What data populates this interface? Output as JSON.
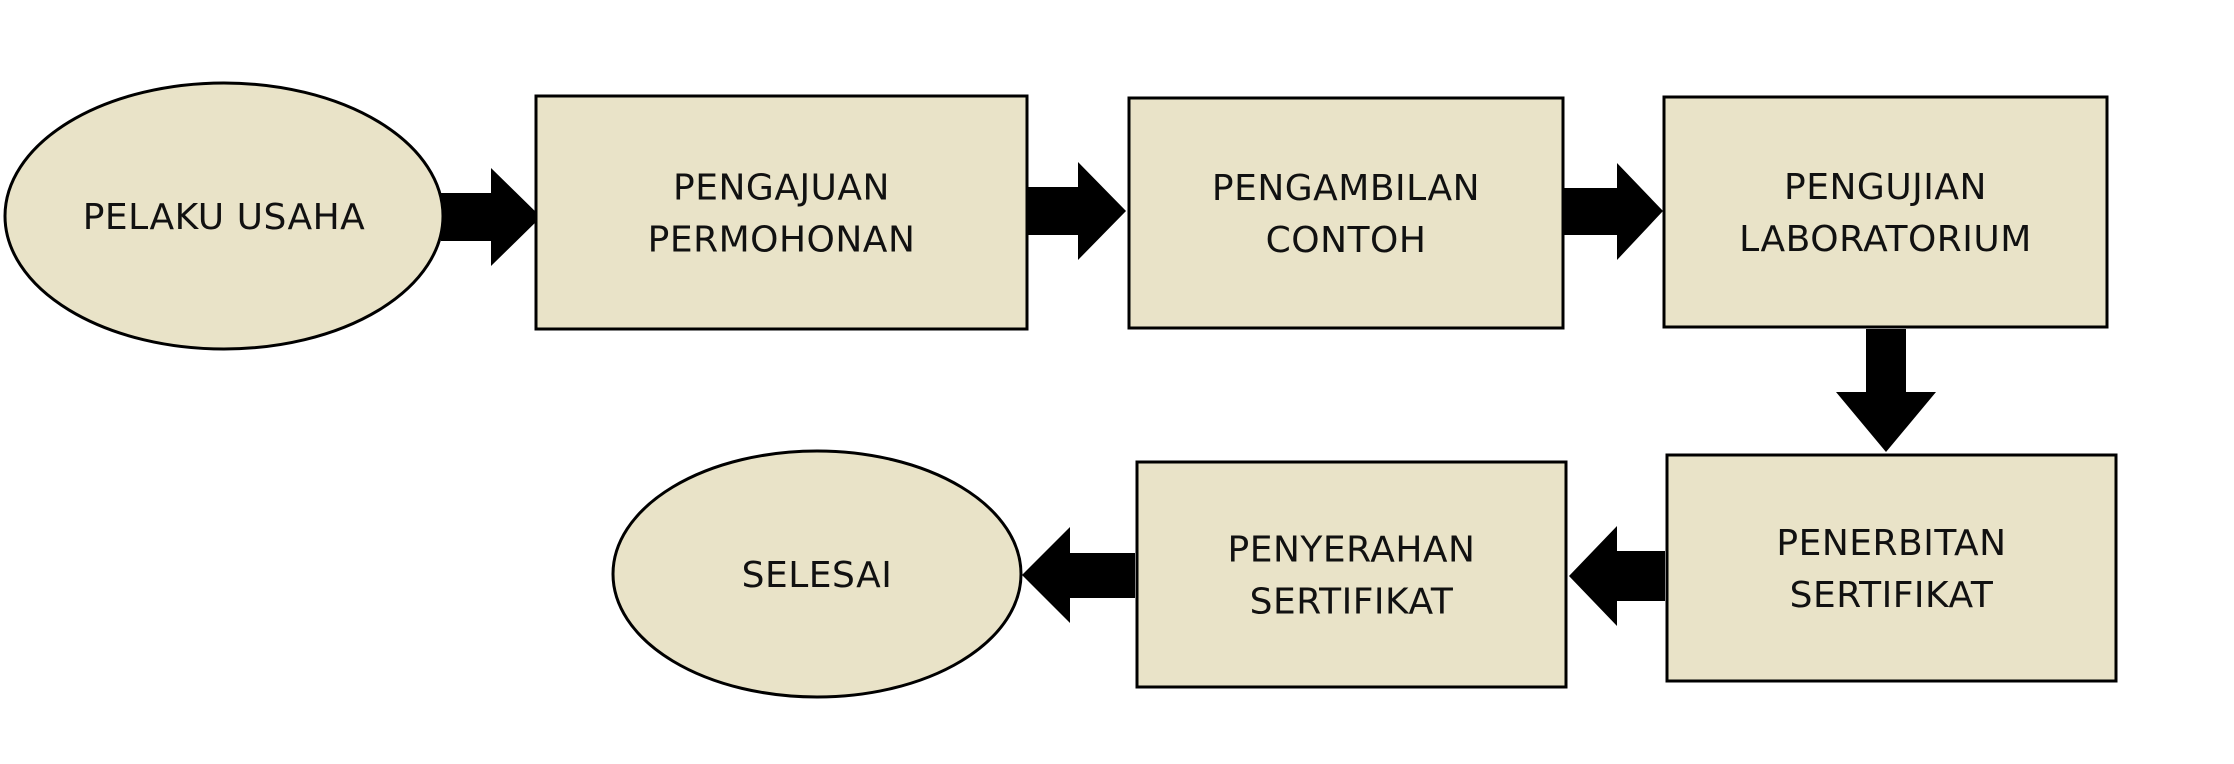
{
  "colors": {
    "node_fill": "#e9e3c8",
    "stroke": "#000000",
    "arrow": "#000000"
  },
  "nodes": [
    {
      "id": "pelaku-usaha",
      "shape": "ellipse",
      "lines": [
        "PELAKU USAHA"
      ]
    },
    {
      "id": "pengajuan-permohonan",
      "shape": "rect",
      "lines": [
        "PENGAJUAN",
        "PERMOHONAN"
      ]
    },
    {
      "id": "pengambilan-contoh",
      "shape": "rect",
      "lines": [
        "PENGAMBILAN",
        "CONTOH"
      ]
    },
    {
      "id": "pengujian-laboratorium",
      "shape": "rect",
      "lines": [
        "PENGUJIAN",
        "LABORATORIUM"
      ]
    },
    {
      "id": "penerbitan-sertifikat",
      "shape": "rect",
      "lines": [
        "PENERBITAN",
        "SERTIFIKAT"
      ]
    },
    {
      "id": "penyerahan-sertifikat",
      "shape": "rect",
      "lines": [
        "PENYERAHAN",
        "SERTIFIKAT"
      ]
    },
    {
      "id": "selesai",
      "shape": "ellipse",
      "lines": [
        "SELESAI"
      ]
    }
  ],
  "edges": [
    {
      "from": "pelaku-usaha",
      "to": "pengajuan-permohonan"
    },
    {
      "from": "pengajuan-permohonan",
      "to": "pengambilan-contoh"
    },
    {
      "from": "pengambilan-contoh",
      "to": "pengujian-laboratorium"
    },
    {
      "from": "pengujian-laboratorium",
      "to": "penerbitan-sertifikat"
    },
    {
      "from": "penerbitan-sertifikat",
      "to": "penyerahan-sertifikat"
    },
    {
      "from": "penyerahan-sertifikat",
      "to": "selesai"
    }
  ]
}
